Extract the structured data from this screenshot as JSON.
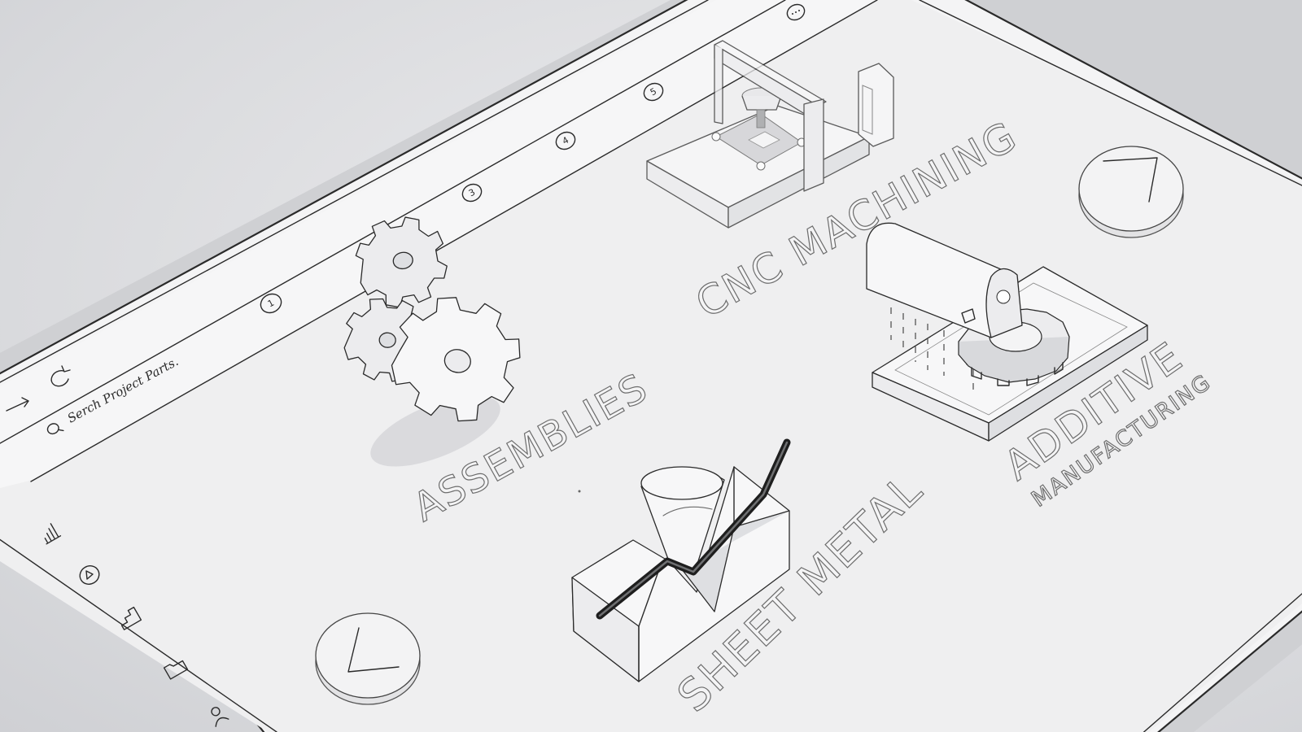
{
  "search": {
    "placeholder": "Serch Project Parts."
  },
  "steps": [
    {
      "label": "1"
    },
    {
      "label": "3"
    },
    {
      "label": "4"
    },
    {
      "label": "5"
    }
  ],
  "categories": {
    "assemblies": "ASSEMBLIES",
    "cnc": "CNC MACHINING",
    "additive_line1": "ADDITIVE",
    "additive_line2": "MANUFACTURING",
    "sheet_metal": "SHEET METAL"
  },
  "sidebar": {
    "items": [
      {
        "icon": "bar-chart-icon"
      },
      {
        "icon": "play-circle-icon"
      },
      {
        "icon": "stairs-icon"
      },
      {
        "icon": "folder-icon"
      },
      {
        "icon": "user-icon"
      }
    ]
  },
  "colors": {
    "background": "#dcdde0",
    "panel": "#f0f0f1",
    "ink": "#2a2a2a",
    "label_outline": "#6d6d6d"
  }
}
